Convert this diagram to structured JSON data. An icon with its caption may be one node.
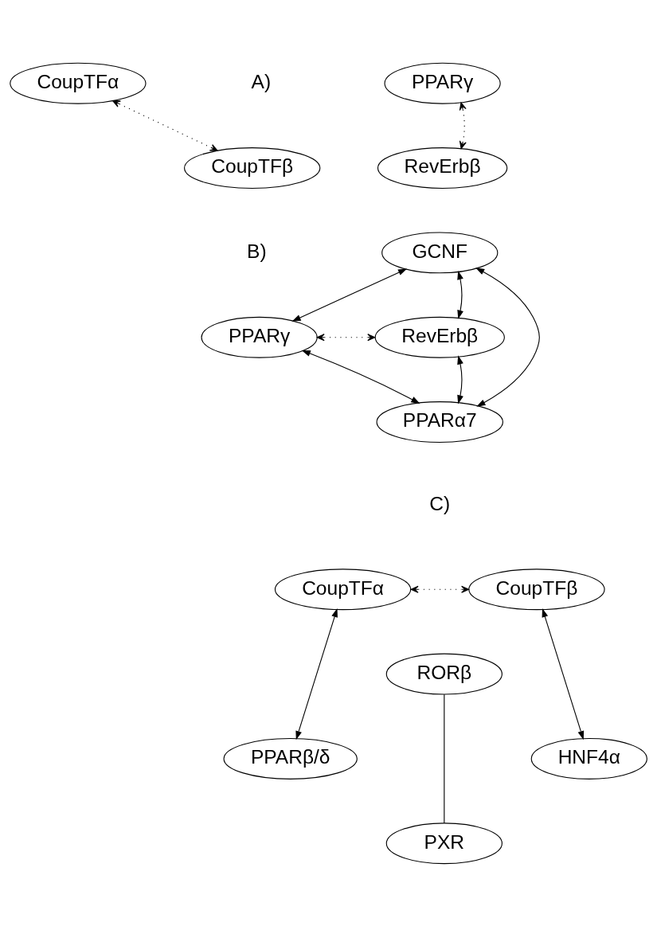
{
  "diagram": {
    "nodes": [
      {
        "text": [
          "CoupTFα"
        ]
      },
      {
        "text": [
          "PPARγ"
        ]
      },
      {
        "text": [
          "CoupTFβ"
        ]
      },
      {
        "text": [
          "RevErbβ"
        ]
      },
      {
        "text": [
          "GCNF"
        ]
      },
      {
        "text": [
          "PPARγ"
        ]
      },
      {
        "text": [
          "RevErbβ"
        ]
      },
      {
        "text": [
          "PPARα7"
        ]
      },
      {
        "text": [
          "CoupTFα"
        ]
      },
      {
        "text": [
          "CoupTFβ"
        ]
      },
      {
        "text": [
          "RORβ"
        ]
      },
      {
        "text": [
          "PPARβ/δ"
        ]
      },
      {
        "text": [
          "HNF4α"
        ]
      },
      {
        "text": [
          "PXR"
        ]
      }
    ],
    "edges": [
      {
        "from": 0,
        "to": 2,
        "arrow": "both",
        "style": "dashed"
      },
      {
        "from": 1,
        "to": 3,
        "arrow": "both",
        "style": "dashed"
      },
      {
        "from": 4,
        "to": 5,
        "arrow": "both"
      },
      {
        "from": 4,
        "to": 6,
        "arrow": "both"
      },
      {
        "from": 5,
        "to": 6,
        "arrow": "both",
        "style": "dashed"
      },
      {
        "from": 4,
        "to": 7,
        "arrow": "both"
      },
      {
        "from": 5,
        "to": 7,
        "arrow": "both"
      },
      {
        "from": 6,
        "to": 7,
        "arrow": "both"
      },
      {
        "from": 8,
        "to": 9,
        "arrow": "both",
        "style": "dashed"
      },
      {
        "from": 8,
        "to": 11,
        "arrow": "both"
      },
      {
        "from": 9,
        "to": 12,
        "arrow": "both"
      },
      {
        "from": 10,
        "to": 13,
        "arrow": "none"
      }
    ],
    "labels": [
      "A)",
      "B)",
      "C)"
    ]
  }
}
